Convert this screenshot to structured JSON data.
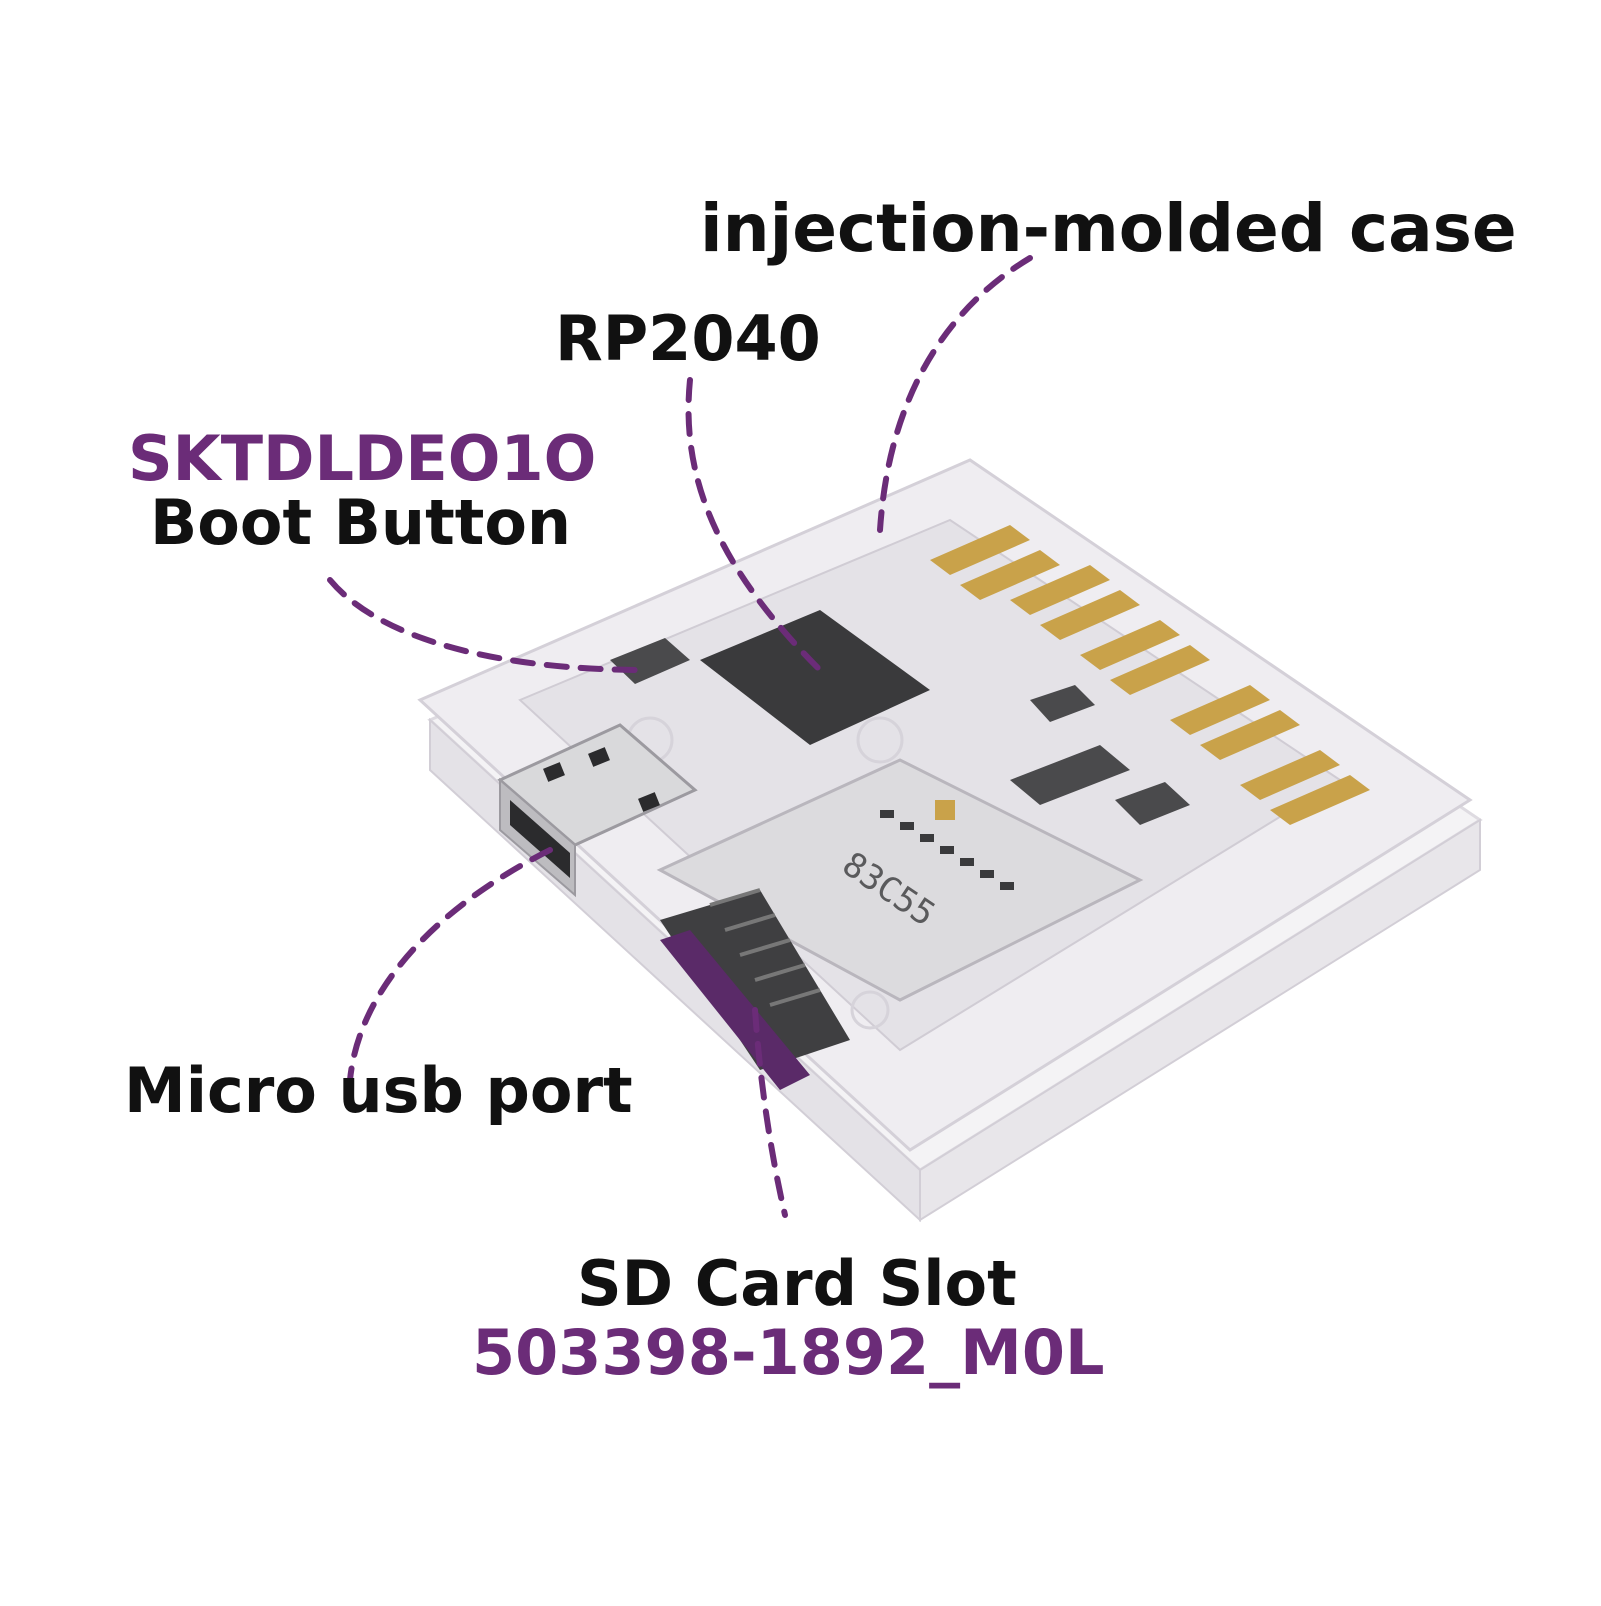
{
  "colors": {
    "accent": "#6b2c78",
    "dark": "#111111",
    "shell": "#eceaee",
    "shell_edge": "#cfcbd3",
    "board": "#e1dfe4",
    "chip": "#3a3a3c",
    "contact": "#c9a24a",
    "slot_insert": "#5a2a68",
    "metal": "#d9d9db"
  },
  "labels": {
    "case": "injection-molded case",
    "rp2040": "RP2040",
    "boot_part": "SKTDLDEO1O",
    "boot": "Boot Button",
    "usb": "Micro usb port",
    "sd": "SD Card Slot",
    "sd_part": "503398-1892_M0L"
  },
  "board_marking": "83C55"
}
